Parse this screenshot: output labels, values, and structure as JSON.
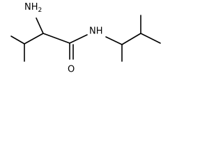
{
  "structure": {
    "atoms": {
      "amine_n": "NH",
      "amine_h_count": "2",
      "amide_n": "NH",
      "carbonyl_o": "O"
    }
  }
}
